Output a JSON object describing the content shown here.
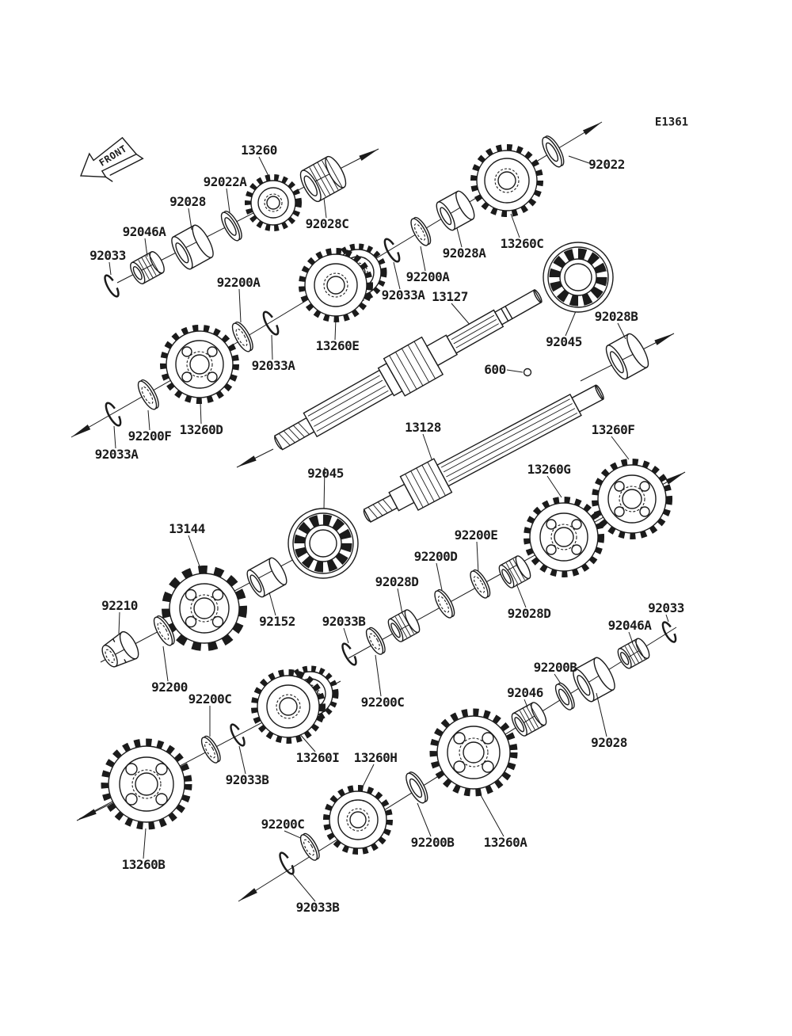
{
  "diagram": {
    "code": "E1361",
    "front_label": "FRONT",
    "ink": "#1b1b1b",
    "background": "#ffffff"
  },
  "part_labels": [
    {
      "text": "13260"
    },
    {
      "text": "92022"
    },
    {
      "text": "92022A"
    },
    {
      "text": "92028"
    },
    {
      "text": "92028C"
    },
    {
      "text": "92046A"
    },
    {
      "text": "13260C"
    },
    {
      "text": "92033"
    },
    {
      "text": "92028A"
    },
    {
      "text": "92200A"
    },
    {
      "text": "92200A"
    },
    {
      "text": "92033A"
    },
    {
      "text": "13127"
    },
    {
      "text": "92028B"
    },
    {
      "text": "13260E"
    },
    {
      "text": "92045"
    },
    {
      "text": "92033A"
    },
    {
      "text": "600"
    },
    {
      "text": "92200F"
    },
    {
      "text": "13260D"
    },
    {
      "text": "13128"
    },
    {
      "text": "13260F"
    },
    {
      "text": "92033A"
    },
    {
      "text": "92045"
    },
    {
      "text": "13260G"
    },
    {
      "text": "13144"
    },
    {
      "text": "92200E"
    },
    {
      "text": "92200D"
    },
    {
      "text": "92028D"
    },
    {
      "text": "92210"
    },
    {
      "text": "92152"
    },
    {
      "text": "92033B"
    },
    {
      "text": "92028D"
    },
    {
      "text": "92033"
    },
    {
      "text": "92046A"
    },
    {
      "text": "92200B"
    },
    {
      "text": "92200"
    },
    {
      "text": "92046"
    },
    {
      "text": "92200C"
    },
    {
      "text": "92200C"
    },
    {
      "text": "92028"
    },
    {
      "text": "13260I"
    },
    {
      "text": "13260H"
    },
    {
      "text": "92033B"
    },
    {
      "text": "92200C"
    },
    {
      "text": "92200B"
    },
    {
      "text": "13260A"
    },
    {
      "text": "13260B"
    },
    {
      "text": "92033B"
    }
  ]
}
